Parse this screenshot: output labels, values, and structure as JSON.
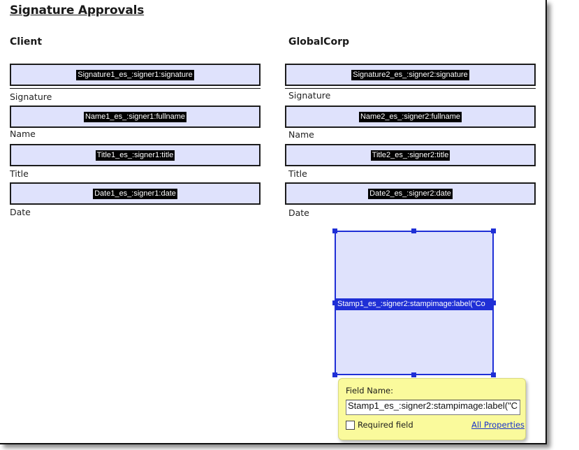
{
  "title": "Signature Approvals",
  "columns": {
    "left_heading": "Client",
    "right_heading": "GlobalCorp"
  },
  "fields": {
    "left": {
      "signature": "Signature1_es_:signer1:signature",
      "name": "Name1_es_:signer1:fullname",
      "title": "Title1_es_:signer1:title",
      "date": "Date1_es_:signer1:date"
    },
    "right": {
      "signature": "Signature2_es_:signer2:signature",
      "name": "Name2_es_:signer2:fullname",
      "title": "Title2_es_:signer2:title",
      "date": "Date2_es_:signer2:date"
    }
  },
  "captions": {
    "signature": "Signature",
    "name": "Name",
    "title": "Title",
    "date": "Date"
  },
  "stamp": {
    "label": "Stamp1_es_:signer2:stampimage:label(\"Co"
  },
  "popup": {
    "field_name_label": "Field Name:",
    "field_name_value": "Stamp1_es_:signer2:stampimage:label(\"C",
    "required_label": "Required field",
    "all_properties_link": "All Properties"
  },
  "colors": {
    "field_fill": "#dfe2fc",
    "selection": "#1f2fd6",
    "popup_fill": "#fafa9c"
  }
}
